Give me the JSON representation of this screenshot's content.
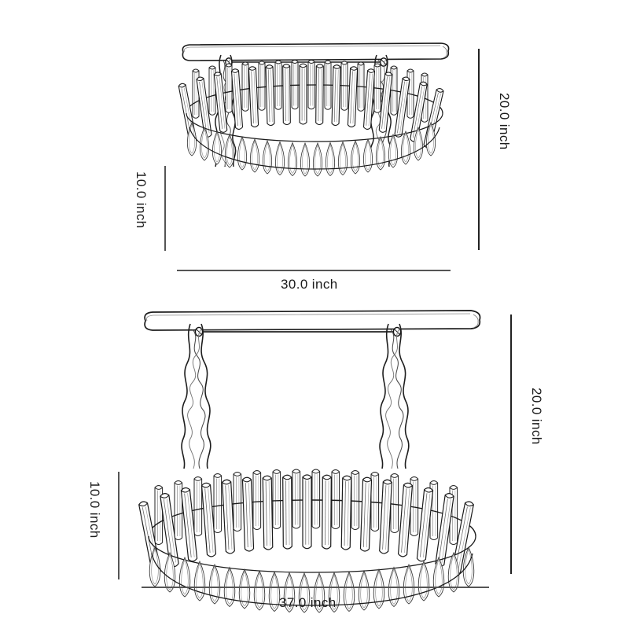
{
  "page": {
    "background_color": "#ffffff",
    "line_color": "#555555",
    "text_color": "#1b1b1b",
    "type": "dimension-drawing"
  },
  "fixtures": [
    {
      "id": "fixture-top",
      "name": "linear-crystal-chandelier-small",
      "dimensions": {
        "height": "20.0 inch",
        "shade_height": "10.0 inch",
        "width": "30.0 inch"
      },
      "crystal_count": 21,
      "cable_count": 2
    },
    {
      "id": "fixture-bottom",
      "name": "linear-crystal-chandelier-large",
      "dimensions": {
        "height": "20.0 inch",
        "shade_height": "10.0 inch",
        "width": "37.0 inch"
      },
      "crystal_count": 25,
      "cable_count": 2
    }
  ],
  "labels": {
    "top_height": "20.0 inch",
    "top_shade_height": "10.0 inch",
    "top_width": "30.0 inch",
    "bottom_height": "20.0 inch",
    "bottom_shade_height": "10.0 inch",
    "bottom_width": "37.0 inch"
  }
}
